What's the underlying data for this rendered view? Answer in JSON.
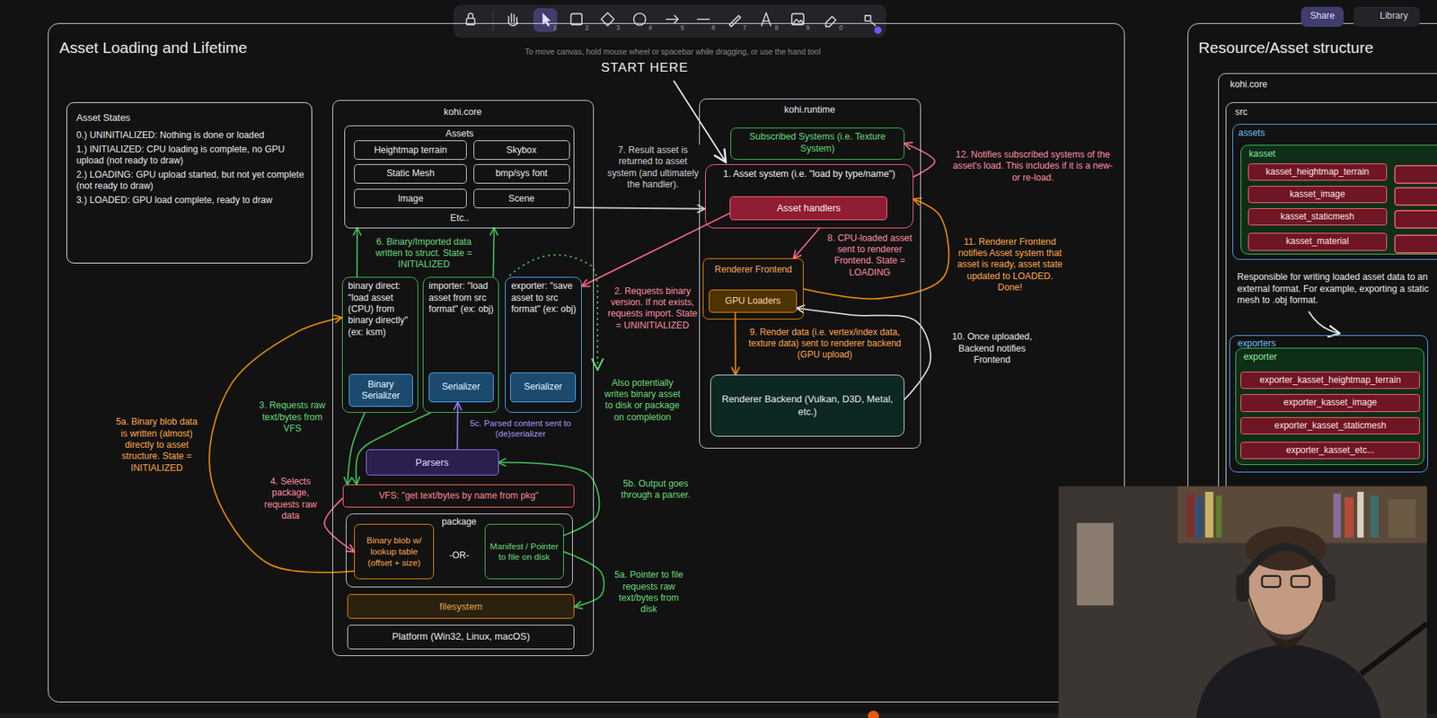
{
  "diagram": {
    "nodes": [
      {
        "text": [
          "Asset Loading and Lifetime"
        ]
      },
      {
        "text": [
          "Asset States",
          "0.) UNINITIALIZED: Nothing is done or loaded",
          "1.) INITIALIZED: CPU loading is complete, no GPU upload (not ready to draw)",
          "2.) LOADING: GPU upload started, but not yet complete (not ready to draw)",
          "3.) LOADED: GPU load complete, ready to draw"
        ],
        "in": 0
      },
      {
        "text": [
          "kohi.core"
        ],
        "in": 0
      },
      {
        "text": [
          "Assets",
          "Etc.."
        ],
        "in": 2
      },
      {
        "text": [
          "Heightmap terrain"
        ],
        "in": 3
      },
      {
        "text": [
          "Skybox"
        ],
        "in": 3
      },
      {
        "text": [
          "Static Mesh"
        ],
        "in": 3
      },
      {
        "text": [
          "bmp/sys font"
        ],
        "in": 3
      },
      {
        "text": [
          "Image"
        ],
        "in": 3
      },
      {
        "text": [
          "Scene"
        ],
        "in": 3
      },
      {
        "text": [
          "binary direct: \"load asset (CPU) from binary directly\" (ex: ksm)"
        ],
        "in": 2
      },
      {
        "text": [
          "Binary Serializer"
        ],
        "in": 10
      },
      {
        "text": [
          "importer: \"load asset from src format\" (ex: obj)"
        ],
        "in": 2
      },
      {
        "text": [
          "Serializer"
        ],
        "in": 12
      },
      {
        "text": [
          "exporter: \"save asset to src format\" (ex: obj)"
        ],
        "in": 2
      },
      {
        "text": [
          "Serializer"
        ],
        "in": 14
      },
      {
        "text": [
          "Parsers"
        ],
        "in": 2
      },
      {
        "text": [
          "VFS: \"get text/bytes by name from pkg\""
        ],
        "in": 2
      },
      {
        "text": [
          "package",
          "-OR-"
        ],
        "in": 2
      },
      {
        "text": [
          "Binary blob w/ lookup table (offset + size)"
        ],
        "in": 18
      },
      {
        "text": [
          "Manifest / Pointer to file on disk"
        ],
        "in": 18
      },
      {
        "text": [
          "filesystem"
        ],
        "in": 2
      },
      {
        "text": [
          "Platform (Win32, Linux, macOS)"
        ],
        "in": 2
      },
      {
        "text": [
          "kohi.runtime"
        ],
        "in": 0
      },
      {
        "text": [
          "Subscribed Systems (i.e. Texture System)"
        ],
        "in": 23
      },
      {
        "text": [
          "1. Asset system (i.e. \"load by type/name\")"
        ],
        "in": 23
      },
      {
        "text": [
          "Asset handlers"
        ],
        "in": 25
      },
      {
        "text": [
          "Renderer Frontend"
        ],
        "in": 23
      },
      {
        "text": [
          "GPU Loaders"
        ],
        "in": 27
      },
      {
        "text": [
          "Renderer Backend (Vulkan, D3D, Metal, etc.)"
        ],
        "in": 23
      },
      {
        "text": [
          "Resource/Asset structure"
        ]
      },
      {
        "text": [
          "kohi.core"
        ],
        "in": 30
      },
      {
        "text": [
          "src"
        ],
        "in": 31
      },
      {
        "text": [
          "assets"
        ],
        "in": 32
      },
      {
        "text": [
          "kasset"
        ],
        "in": 33
      },
      {
        "text": [
          "kasset_heightmap_terrain"
        ],
        "in": 34
      },
      {
        "text": [
          "kasset_image"
        ],
        "in": 34
      },
      {
        "text": [
          "kasset_staticmesh"
        ],
        "in": 34
      },
      {
        "text": [
          "kasset_material"
        ],
        "in": 34
      },
      {
        "text": [
          "exporters"
        ],
        "in": 32
      },
      {
        "text": [
          "exporter"
        ],
        "in": 39
      },
      {
        "text": [
          "exporter_kasset_heightmap_terrain"
        ],
        "in": 40
      },
      {
        "text": [
          "exporter_kasset_image"
        ],
        "in": 40
      },
      {
        "text": [
          "exporter_kasset_staticmesh"
        ],
        "in": 40
      },
      {
        "text": [
          "exporter_kasset_etc..."
        ],
        "in": 40
      },
      {
        "text": [
          "Share"
        ]
      },
      {
        "text": [
          "Library"
        ]
      }
    ],
    "edges": [
      {
        "from": 3,
        "to": 25,
        "arrow": "to",
        "label": "7. Result asset is returned to asset system (and ultimately the handler)."
      },
      {
        "from": 26,
        "to": 14,
        "arrow": "to",
        "label": "2. Requests binary version. If not exists, requests import. State = UNINITIALIZED"
      },
      {
        "from": 10,
        "to": 17,
        "arrow": "to",
        "label": "3. Requests raw text/bytes from VFS"
      },
      {
        "from": 12,
        "to": 17,
        "arrow": "to"
      },
      {
        "from": 17,
        "to": 19,
        "arrow": "to",
        "label": "4. Selects package, requests raw data"
      },
      {
        "from": 19,
        "to": 10,
        "arrow": "to",
        "label": "5a. Binary blob data is written (almost) directly to asset structure. State = INITIALIZED"
      },
      {
        "from": 20,
        "to": 21,
        "arrow": "to",
        "label": "5a. Pointer to file requests raw text/bytes from disk"
      },
      {
        "from": 20,
        "to": 16,
        "arrow": "to",
        "label": "5b. Output goes through a parser."
      },
      {
        "from": 16,
        "to": 13,
        "arrow": "to",
        "label": "5c. Parsed content sent to (de)serializer"
      },
      {
        "from": 10,
        "to": 3,
        "arrow": "to",
        "label": "6. Binary/Imported data written to struct. State = INITIALIZED"
      },
      {
        "from": 12,
        "to": 3,
        "arrow": "to"
      },
      {
        "from": 25,
        "to": 27,
        "arrow": "to",
        "label": "8. CPU-loaded asset sent to renderer Frontend. State = LOADING"
      },
      {
        "from": 28,
        "to": 29,
        "arrow": "to",
        "label": "9. Render data (i.e. vertex/index data, texture data) sent to renderer backend (GPU upload)"
      },
      {
        "from": 29,
        "to": 28,
        "arrow": "to",
        "label": "10. Once uploaded, Backend notifies Frontend"
      },
      {
        "from": 27,
        "to": 25,
        "arrow": "to",
        "label": "11. Renderer Frontend notifies Asset system that asset is ready, asset state updated to LOADED. Done!"
      },
      {
        "from": 25,
        "to": 24,
        "arrow": "to",
        "label": "12. Notifies subscribed systems of the asset's load. This includes if it is a new- or re-load."
      }
    ],
    "labels": [
      "To move canvas, hold mouse wheel or spacebar while dragging, or use the hand tool",
      "START HERE",
      "Also potentially writes binary asset to disk or package on completion",
      "Responsible for writing loaded asset data to an external format. For example, exporting a static mesh to .obj format.",
      "1",
      "2",
      "3",
      "4",
      "5",
      "6",
      "7",
      "8",
      "9",
      "0"
    ]
  }
}
